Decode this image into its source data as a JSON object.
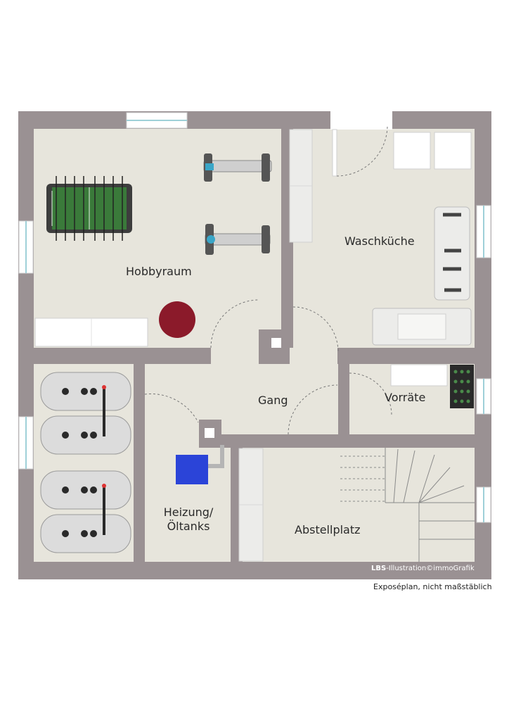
{
  "rooms": {
    "hobbyraum": "Hobbyraum",
    "waschkueche": "Waschküche",
    "gang": "Gang",
    "vorraete": "Vorräte",
    "heizung_line1": "Heizung/",
    "heizung_line2": "Öltanks",
    "abstellplatz": "Abstellplatz"
  },
  "credit": {
    "brand": "LBS",
    "text": "-Illustration©immoGrafik"
  },
  "caption": "Exposéplan, nicht maßstäblich",
  "colors": {
    "wall": "#9a9193",
    "floor": "#e7e5dc",
    "furniture": "#dededc",
    "ball": "#8b1a2a",
    "boiler": "#2b44d8"
  }
}
